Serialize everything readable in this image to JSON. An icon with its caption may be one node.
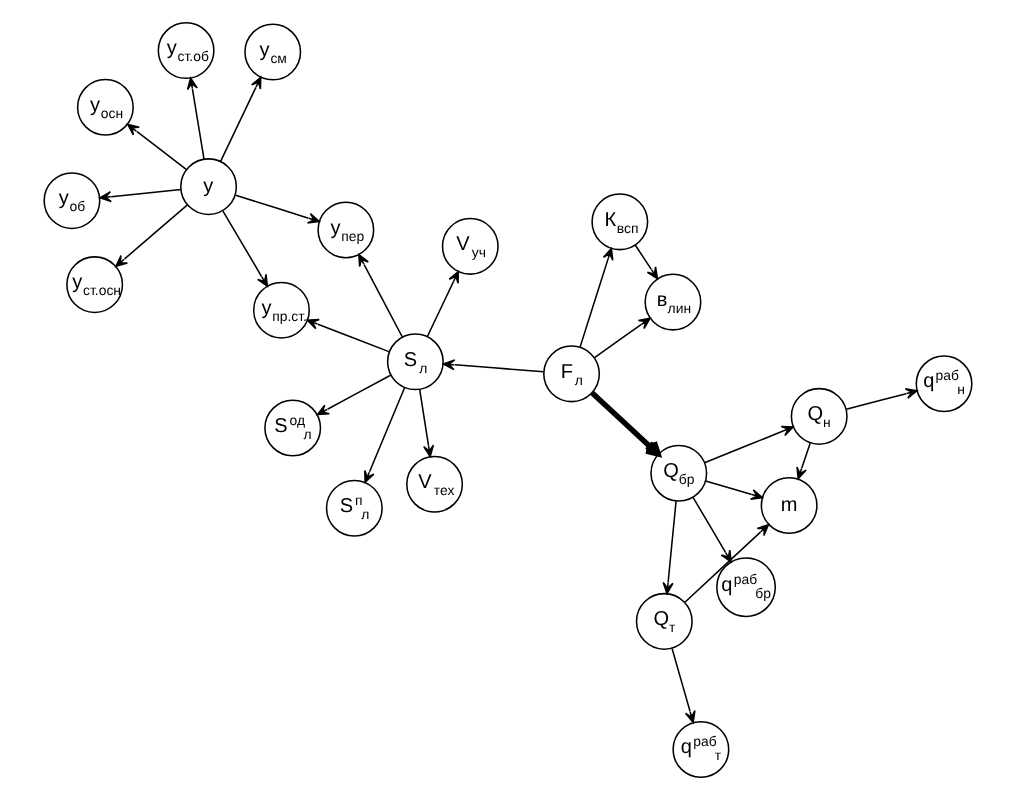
{
  "diagram": {
    "nodes": [
      {
        "text": [
          "К$_{всп}$"
        ]
      },
      {
        "text": [
          "в$_{лин}$"
        ]
      },
      {
        "text": [
          "q$^{раб}$$_{бр}$"
        ]
      },
      {
        "text": [
          "Q$_{бр}$"
        ]
      },
      {
        "text": [
          "F$_{л}$"
        ]
      },
      {
        "text": [
          "S$^{п}$$_{л}$"
        ]
      },
      {
        "text": [
          "Q$_{н}$"
        ]
      },
      {
        "text": [
          "m"
        ]
      },
      {
        "text": [
          "S$^{од}$$_{л}$"
        ]
      },
      {
        "text": [
          "V$_{тех}$"
        ]
      },
      {
        "text": [
          "S$_{л}$"
        ]
      },
      {
        "text": [
          "q$^{раб}$$_{н}$"
        ]
      },
      {
        "text": [
          "Q$_{т}$"
        ]
      },
      {
        "text": [
          "V$_{уч}$"
        ]
      },
      {
        "text": [
          "q$^{раб}$$_{т}$"
        ]
      },
      {
        "text": [
          "у$_{пр.ст.}$"
        ]
      },
      {
        "text": [
          "у$_{пер}$"
        ]
      },
      {
        "text": [
          "у$_{см}$"
        ]
      },
      {
        "text": [
          "у"
        ]
      },
      {
        "text": [
          "у$_{об}$"
        ]
      },
      {
        "text": [
          "у$_{ст.об}$"
        ]
      },
      {
        "text": [
          "у$_{осн}$"
        ]
      },
      {
        "text": [
          "у$_{ст.осн}$"
        ]
      }
    ],
    "edges": [
      {
        "from": 4,
        "to": 0,
        "arrow": "to"
      },
      {
        "from": 0,
        "to": 1,
        "arrow": "to"
      },
      {
        "from": 4,
        "to": 1,
        "arrow": "to"
      },
      {
        "from": 4,
        "to": 3,
        "arrow": "to",
        "style": "thick"
      },
      {
        "from": 3,
        "to": 2,
        "arrow": "to"
      },
      {
        "from": 3,
        "to": 6,
        "arrow": "to"
      },
      {
        "from": 3,
        "to": 7,
        "arrow": "to"
      },
      {
        "from": 3,
        "to": 12,
        "arrow": "to"
      },
      {
        "from": 6,
        "to": 7,
        "arrow": "to"
      },
      {
        "from": 6,
        "to": 11,
        "arrow": "to"
      },
      {
        "from": 12,
        "to": 7,
        "arrow": "to"
      },
      {
        "from": 12,
        "to": 14,
        "arrow": "to"
      },
      {
        "from": 4,
        "to": 10,
        "arrow": "to"
      },
      {
        "from": 10,
        "to": 5,
        "arrow": "to"
      },
      {
        "from": 10,
        "to": 8,
        "arrow": "to"
      },
      {
        "from": 10,
        "to": 9,
        "arrow": "to"
      },
      {
        "from": 10,
        "to": 13,
        "arrow": "to"
      },
      {
        "from": 10,
        "to": 15,
        "arrow": "to"
      },
      {
        "from": 10,
        "to": 16,
        "arrow": "to"
      },
      {
        "from": 18,
        "to": 15,
        "arrow": "to"
      },
      {
        "from": 18,
        "to": 16,
        "arrow": "to"
      },
      {
        "from": 18,
        "to": 17,
        "arrow": "to"
      },
      {
        "from": 18,
        "to": 19,
        "arrow": "to"
      },
      {
        "from": 18,
        "to": 21,
        "arrow": "to"
      },
      {
        "from": 18,
        "to": 20,
        "arrow": "to"
      },
      {
        "from": 18,
        "to": 22,
        "arrow": "to"
      }
    ]
  }
}
